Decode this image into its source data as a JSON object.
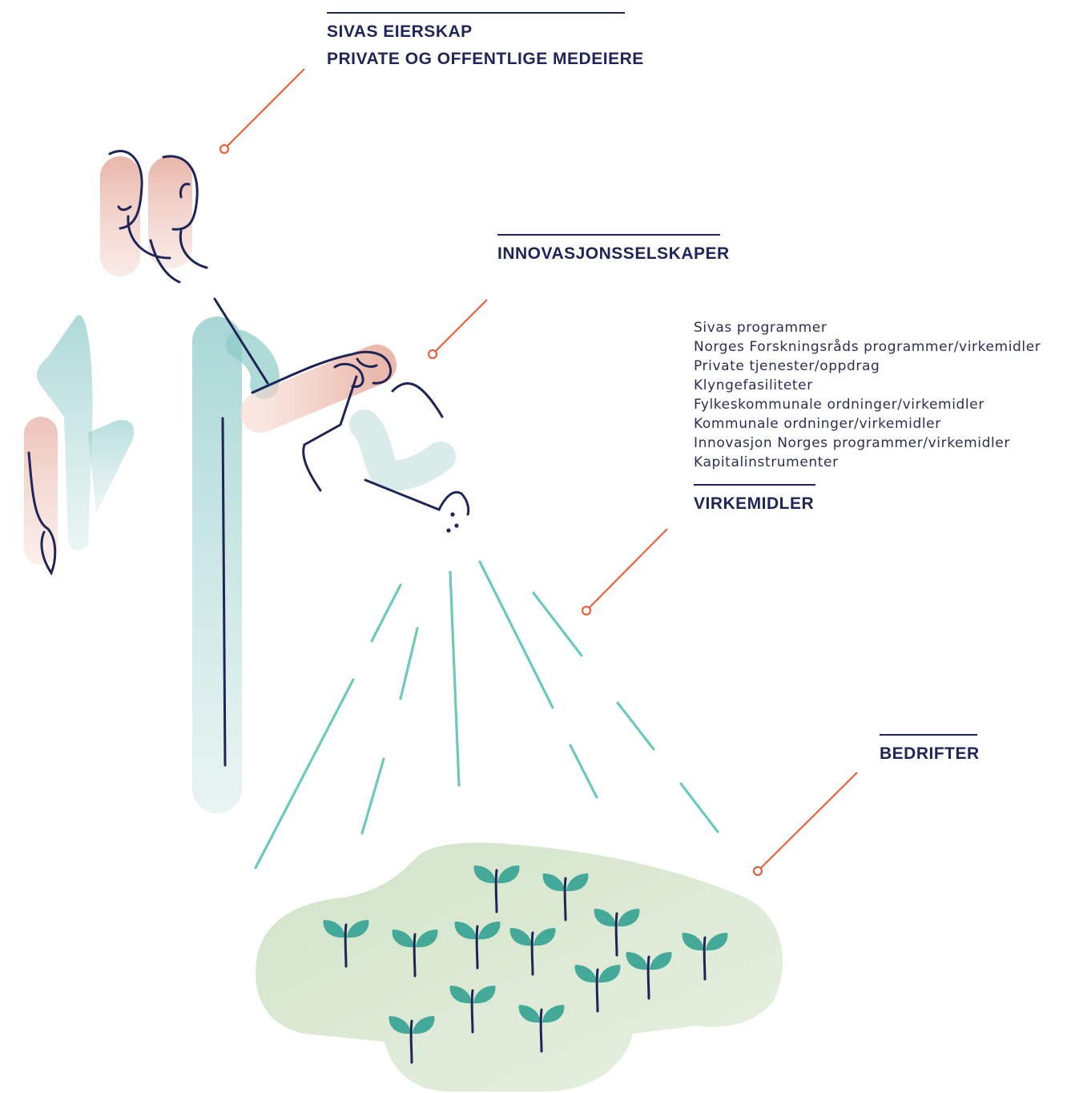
{
  "labels": {
    "owners_line1": "SIVAS EIERSKAP",
    "owners_line2": "PRIVATE OG OFFENTLIGE MEDEIERE",
    "innovation": "INNOVASJONSSELSKAPER",
    "instruments": "VIRKEMIDLER",
    "companies": "BEDRIFTER"
  },
  "instrument_list": [
    "Sivas programmer",
    "Norges Forskningsråds programmer/virkemidler",
    "Private tjenester/oppdrag",
    "Klyngefasiliteter",
    "Fylkeskommunale ordninger/virkemidler",
    "Kommunale ordninger/virkemidler",
    "Innovasjon Norges programmer/virkemidler",
    "Kapitalinstrumenter"
  ],
  "colors": {
    "navy": "#1f2557",
    "pointer": "#e5633f",
    "spray": "#6dc9bc",
    "leaf": "#45a99a",
    "skin": "#e8a79a",
    "body": "#8ccbc7",
    "ground": "#cfe2c6"
  }
}
